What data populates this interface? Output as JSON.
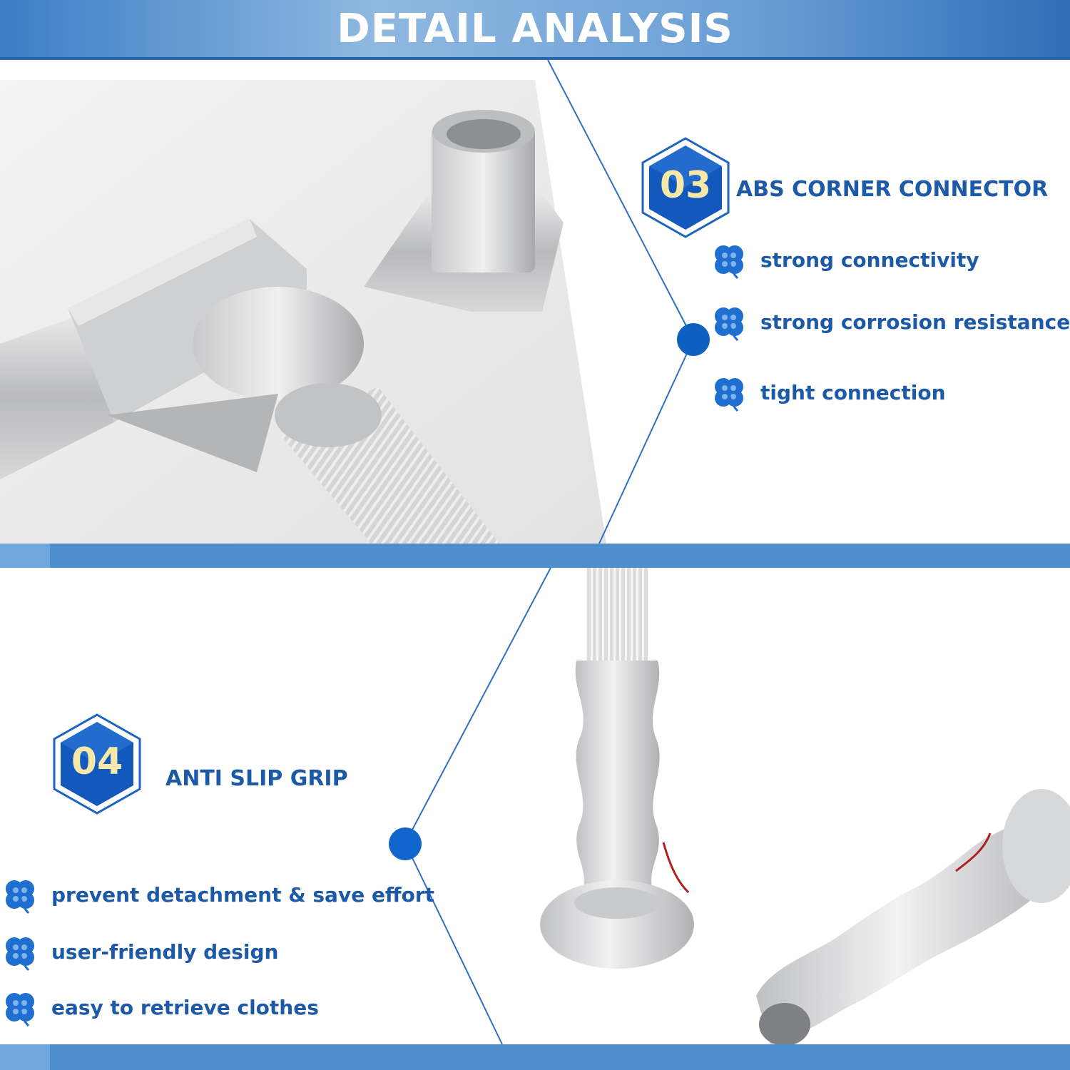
{
  "header": {
    "title": "DETAIL ANALYSIS"
  },
  "section_03": {
    "number": "03",
    "title": "ABS CORNER CONNECTOR",
    "features": [
      "strong connectivity",
      "strong corrosion resistance",
      "tight connection"
    ]
  },
  "section_04": {
    "number": "04",
    "title": "ANTI SLIP GRIP",
    "features": [
      "prevent detachment & save effort",
      "user-friendly design",
      "easy to retrieve clothes"
    ]
  },
  "colors": {
    "brand_blue": "#1c5aa8",
    "band_blue": "#4f8fce",
    "dot_blue": "#0d5fc0",
    "badge_number": "#f6e9a8"
  },
  "icons": [
    "clover-icon",
    "hexagon-badge-icon"
  ]
}
